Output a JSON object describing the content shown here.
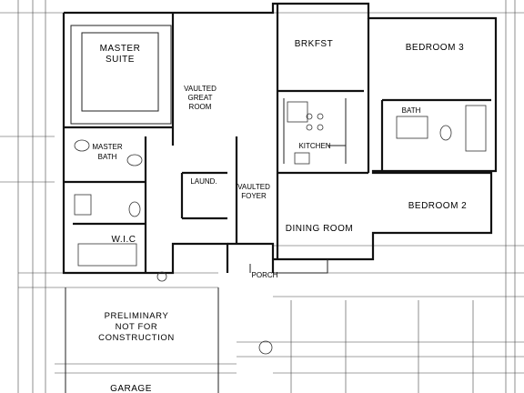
{
  "rooms": {
    "master_suite": [
      "MASTER",
      "SUITE"
    ],
    "great_room": [
      "VAULTED",
      "GREAT",
      "ROOM"
    ],
    "brkfst": "BRKFST",
    "bedroom3": "BEDROOM 3",
    "bath_upper": "BATH",
    "kitchen": "KITCHEN",
    "master_bath": [
      "MASTER",
      "BATH"
    ],
    "laund": "LAUND.",
    "foyer": [
      "VAULTED",
      "FOYER"
    ],
    "bedroom2": "BEDROOM 2",
    "dining": "DINING ROOM",
    "wic": "W.I.C",
    "porch": "PORCH",
    "garage": "GARAGE"
  },
  "notes": {
    "preliminary": [
      "PRELIMINARY",
      "NOT FOR",
      "CONSTRUCTION"
    ]
  }
}
